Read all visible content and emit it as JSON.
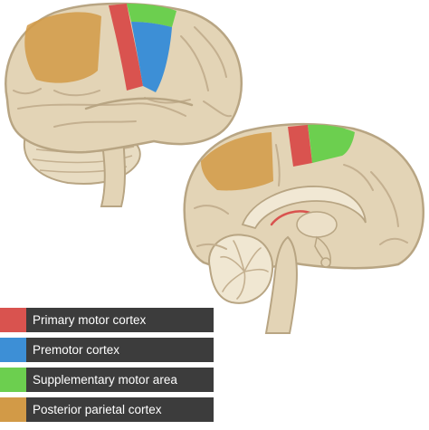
{
  "colors": {
    "brain_fill": "#e3d4b6",
    "brain_outline": "#b8a583",
    "sulcus": "#c4b090",
    "cerebellum": "#e8dcc2",
    "primary_motor": "#d9534f",
    "premotor": "#3d8fd6",
    "supplementary_motor": "#6ccf4f",
    "posterior_parietal": "#d29a47",
    "legend_bg": "#3c3c3c",
    "legend_text": "#ffffff"
  },
  "legend": [
    {
      "label": "Primary motor cortex",
      "color": "#d9534f"
    },
    {
      "label": "Premotor cortex",
      "color": "#3d8fd6"
    },
    {
      "label": "Supplementary motor area",
      "color": "#6ccf4f"
    },
    {
      "label": "Posterior parietal cortex",
      "color": "#d29a47"
    }
  ]
}
